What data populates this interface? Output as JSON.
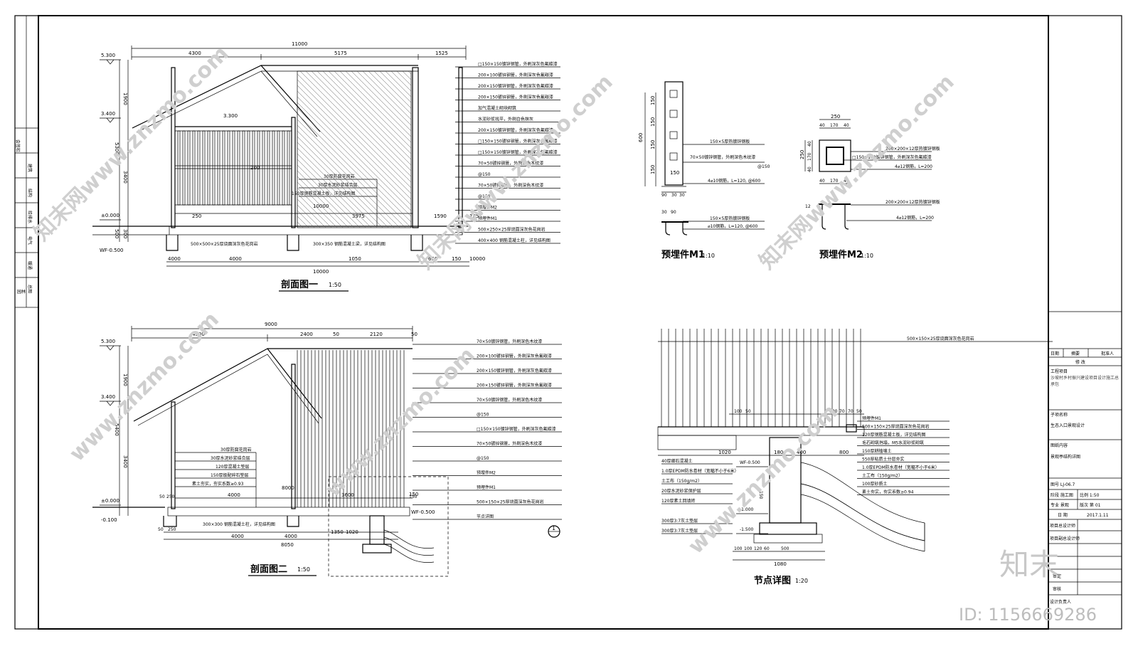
{
  "section1": {
    "title": "剖面图一",
    "scale": "1:50",
    "top_dims": [
      "11000",
      "4300",
      "5175",
      "1525"
    ],
    "bottom_dims": [
      "250",
      "3975",
      "1590",
      "185",
      "4000",
      "4000",
      "1050",
      "650",
      "150",
      "10000"
    ],
    "levels": [
      "5.300",
      "3.400",
      "±0.000",
      "WF-0.500",
      "3.300"
    ],
    "vertical_dims": [
      "1900",
      "5300",
      "3400",
      "500",
      "300"
    ],
    "inner_dims": [
      "10000",
      "200"
    ],
    "inner_notes": [
      "30厚防腐花岗岩",
      "30厚水泥砂浆结合层",
      "150厚钢筋混凝土板，详见结构图"
    ],
    "bottom_notes": [
      "500×500×25厚烧面深灰色花岗岩",
      "300×350 钢筋混凝土梁，详见结构图"
    ],
    "callouts": [
      "□150×150镀锌钢管，外刷深灰色氟碳漆",
      "200×100镀锌钢管，外刷深灰色氟碳漆",
      "200×150镀锌钢管，外刷深灰色氟碳漆",
      "200×150镀锌钢管，外刷深灰色氟碳漆",
      "加气混凝土砌块砌筑",
      "水泥砂浆找平，外刷白色抹灰",
      "200×150镀锌钢管，外刷深灰色氟碳漆",
      "□150×150镀锌钢管，外刷深灰色氟碳漆",
      "□150×150镀锌钢管，外刷深灰色氟碳漆",
      "70×50镀锌钢管，外刷深色木纹漆",
      "@150",
      "70×50镀锌钢管，外刷深色木纹漆",
      "@150",
      "预埋件M2",
      "预埋件M1",
      "500×250×25厚烧面深灰色花岗岩",
      "400×400 钢筋混凝土柱，详见结构图"
    ]
  },
  "section2": {
    "title": "剖面图二",
    "scale": "1:50",
    "top_dims": [
      "9000",
      "4300",
      "2400",
      "50",
      "2120",
      "50"
    ],
    "bottom_dims": [
      "50",
      "250",
      "4000",
      "4000",
      "1350",
      "1020",
      "8050",
      "150"
    ],
    "levels": [
      "5.300",
      "3.400",
      "±0.000",
      "-0.100",
      "WF-0.500"
    ],
    "vertical_dims": [
      "1900",
      "5400",
      "3400",
      "50",
      "250"
    ],
    "inner_dims": [
      "4000",
      "3600",
      "8000",
      "150"
    ],
    "inner_notes": [
      "30厚防腐花岗岩",
      "30厚水泥砂浆结合层",
      "120厚混凝土垫层",
      "150厚级配碎石垫层",
      "素土夯实，夯实系数≥0.93"
    ],
    "bottom_notes": [
      "300×300 钢筋混凝土柱，详见结构图"
    ],
    "callouts": [
      "70×50镀锌钢管，外刷深色木纹漆",
      "200×100镀锌钢管，外刷深灰色氟碳漆",
      "200×150镀锌钢管，外刷深灰色氟碳漆",
      "200×150镀锌钢管，外刷深灰色氟碳漆",
      "70×50镀锌钢管，外刷深色木纹漆",
      "@150",
      "□150×150镀锌钢管，外刷深灰色氟碳漆",
      "70×50镀锌钢管，外刷深色木纹漆",
      "@150",
      "预埋件M2",
      "预埋件M1",
      "500×150×25厚烧面深灰色花岗岩",
      "节点详图"
    ],
    "detail_mark": "1"
  },
  "m1": {
    "title": "预埋件M1",
    "scale": "1:10",
    "dims": [
      "600",
      "150",
      "150",
      "150",
      "150",
      "150",
      "90",
      "30",
      "30",
      "90",
      "30"
    ],
    "notes": [
      "150×5厚热镀锌钢板",
      "70×50镀锌钢管，外刷深色木纹漆",
      "@150",
      "4⌀10钢筋，L=120, @600",
      "150×5厚热镀锌钢板",
      "⌀10钢筋，L=120, @600"
    ]
  },
  "m2": {
    "title": "预埋件M2",
    "scale": "1:10",
    "dims": [
      "250",
      "40",
      "170",
      "40",
      "250",
      "40",
      "170",
      "40",
      "40",
      "170",
      "40",
      "12"
    ],
    "notes": [
      "200×200×12厚热镀锌钢板",
      "□150×150镀锌钢管，外刷深灰色氟碳漆",
      "4⌀12钢筋，L=200",
      "200×200×12厚热镀锌钢板",
      "4⌀12钢筋，L=200"
    ]
  },
  "node": {
    "title": "节点详图",
    "scale": "1:20",
    "top_note": "500×150×25厚烧面深灰色花岗岩",
    "dims": [
      "100",
      "50",
      "100",
      "70",
      "70",
      "50",
      "1020",
      "180",
      "400",
      "800",
      "100",
      "100",
      "120",
      "60",
      "500",
      "1080",
      "150"
    ],
    "levels": [
      "WF-0.500",
      "-1.000",
      "-1.500"
    ],
    "left_notes": [
      "40厚细石混凝土",
      "1.0厚EPDM防水卷材（宽幅不小于6米）",
      "土工布（150g/m2）",
      "20厚水泥砂浆保护层",
      "120厚素土回填砖",
      "300厚3:7灰土垫层",
      "300厚3:7灰土垫层"
    ],
    "right_notes": [
      "预埋件M1",
      "500×150×25厚烧面深灰色花岗岩",
      "120厚钢筋混凝土板，详见结构图",
      "毛石砌筑挡墙，M5水泥砂浆砌筑",
      "150厚耕植壤土",
      "550厚粘质土分层夯实",
      "1.0厚EPDM防水卷材（宽幅不小于6米）",
      "土工布（150g/m2）",
      "100厚砂质土",
      "素土夯实，夯实系数≥0.94"
    ]
  },
  "title_block": {
    "header": [
      "日期",
      "摘要",
      "批准人"
    ],
    "revise": "修 改",
    "project_label": "工程项目",
    "project_value": "沙坡村乡村振兴建设项目设计施工总承包",
    "sub_label": "子项名称",
    "sub_value": "生态入口景观设计",
    "content_label": "图纸内容",
    "content_value": "景观亭结构详图",
    "drawing_no": "图号 LJ-06.7",
    "phase": "阶段 施工图",
    "scale": "比例 1:50",
    "major": "专业 景观",
    "version": "版次 第 01",
    "date_label": "日 期",
    "date_value": "2017.1.11",
    "roles": [
      "项目总设计师",
      "项目副总设计师",
      "审定",
      "审核",
      "设计负责人"
    ]
  },
  "left_strip": {
    "labels": [
      "会签栏",
      "建筑",
      "结构",
      "给排水",
      "电气",
      "暖通",
      "总图",
      "园林"
    ]
  },
  "watermarks": [
    "知末网www.znzmo.com",
    "知末网www.znzmo.com",
    "知末网www.znzmo.com",
    "www.znzmo.com",
    "www.znzmo.com",
    "www.znzmo.com"
  ],
  "logo": "知末",
  "id_text": "ID: 1156669286"
}
